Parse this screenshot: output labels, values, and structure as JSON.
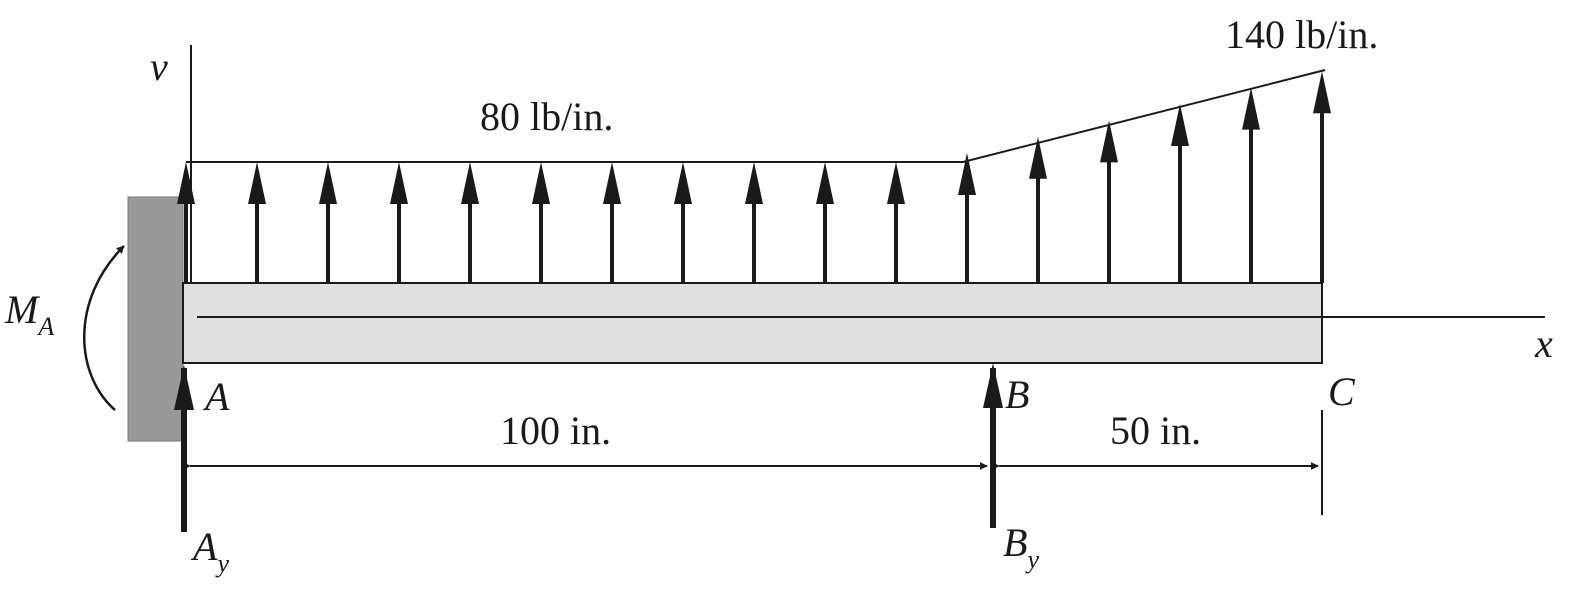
{
  "axes": {
    "v_label": "v",
    "x_label": "x"
  },
  "loads": {
    "uniform": {
      "label": "80 lb/in.",
      "value": 80,
      "unit": "lb/in."
    },
    "end": {
      "label": "140 lb/in.",
      "value": 140,
      "unit": "lb/in."
    }
  },
  "points": {
    "a": "A",
    "b": "B",
    "c": "C"
  },
  "dimensions": {
    "ab": {
      "label": "100 in.",
      "value": 100,
      "unit": "in."
    },
    "bc": {
      "label": "50 in.",
      "value": 50,
      "unit": "in."
    }
  },
  "reactions": {
    "moment": {
      "main": "M",
      "sub": "A"
    },
    "ay": {
      "main": "A",
      "sub": "y"
    },
    "by": {
      "main": "B",
      "sub": "y"
    }
  },
  "colors": {
    "beam_fill": "#e0e0e0",
    "wall_fill": "#999999",
    "ink": "#1a1a1a"
  }
}
